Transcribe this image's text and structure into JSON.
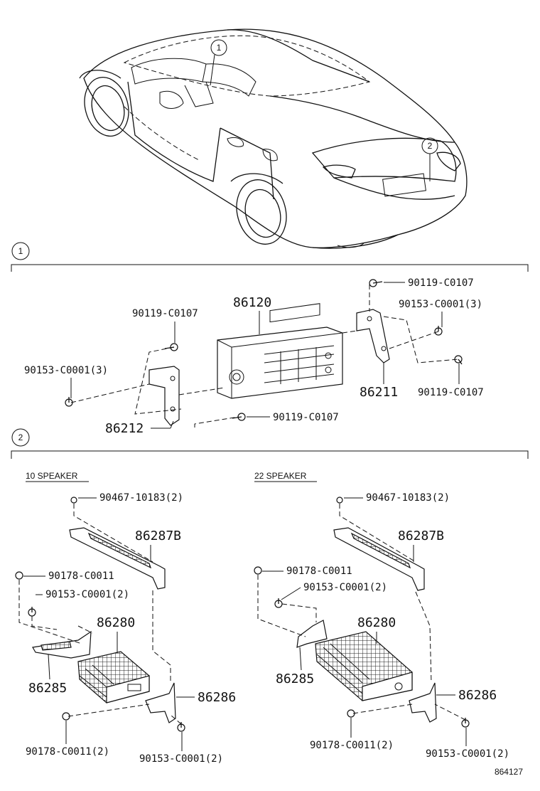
{
  "callouts": {
    "c1": "1",
    "c2": "2"
  },
  "section1": {
    "marker": "1",
    "labels": {
      "screw_top_right": "90119-C0107",
      "bolt_right": "90153-C0001(3)",
      "screw_left_top": "90119-C0107",
      "audio_unit": "86120",
      "bolt_left": "90153-C0001(3)",
      "bracket_right": "86211",
      "screw_right_bottom": "90119-C0107",
      "bracket_left": "86212",
      "screw_bottom": "90119-C0107"
    }
  },
  "section2": {
    "marker": "2",
    "left": {
      "heading": "10 SPEAKER",
      "labels": {
        "nut_top": "90467-10183(2)",
        "bracket_top": "86287B",
        "nut_mid": "90178-C0011",
        "bolt_mid": "90153-C0001(2)",
        "amplifier": "86280",
        "bracket_left": "86285",
        "bracket_right": "86286",
        "nut_bottom": "90178-C0011(2)",
        "bolt_bottom": "90153-C0001(2)"
      }
    },
    "right": {
      "heading": "22 SPEAKER",
      "labels": {
        "nut_top": "90467-10183(2)",
        "bracket_top": "86287B",
        "nut_mid": "90178-C0011",
        "bolt_mid": "90153-C0001(2)",
        "amplifier": "86280",
        "bracket_left": "86285",
        "bracket_right": "86286",
        "nut_bottom": "90178-C0011(2)",
        "bolt_bottom": "90153-C0001(2)"
      }
    }
  },
  "footer_code": "864127"
}
